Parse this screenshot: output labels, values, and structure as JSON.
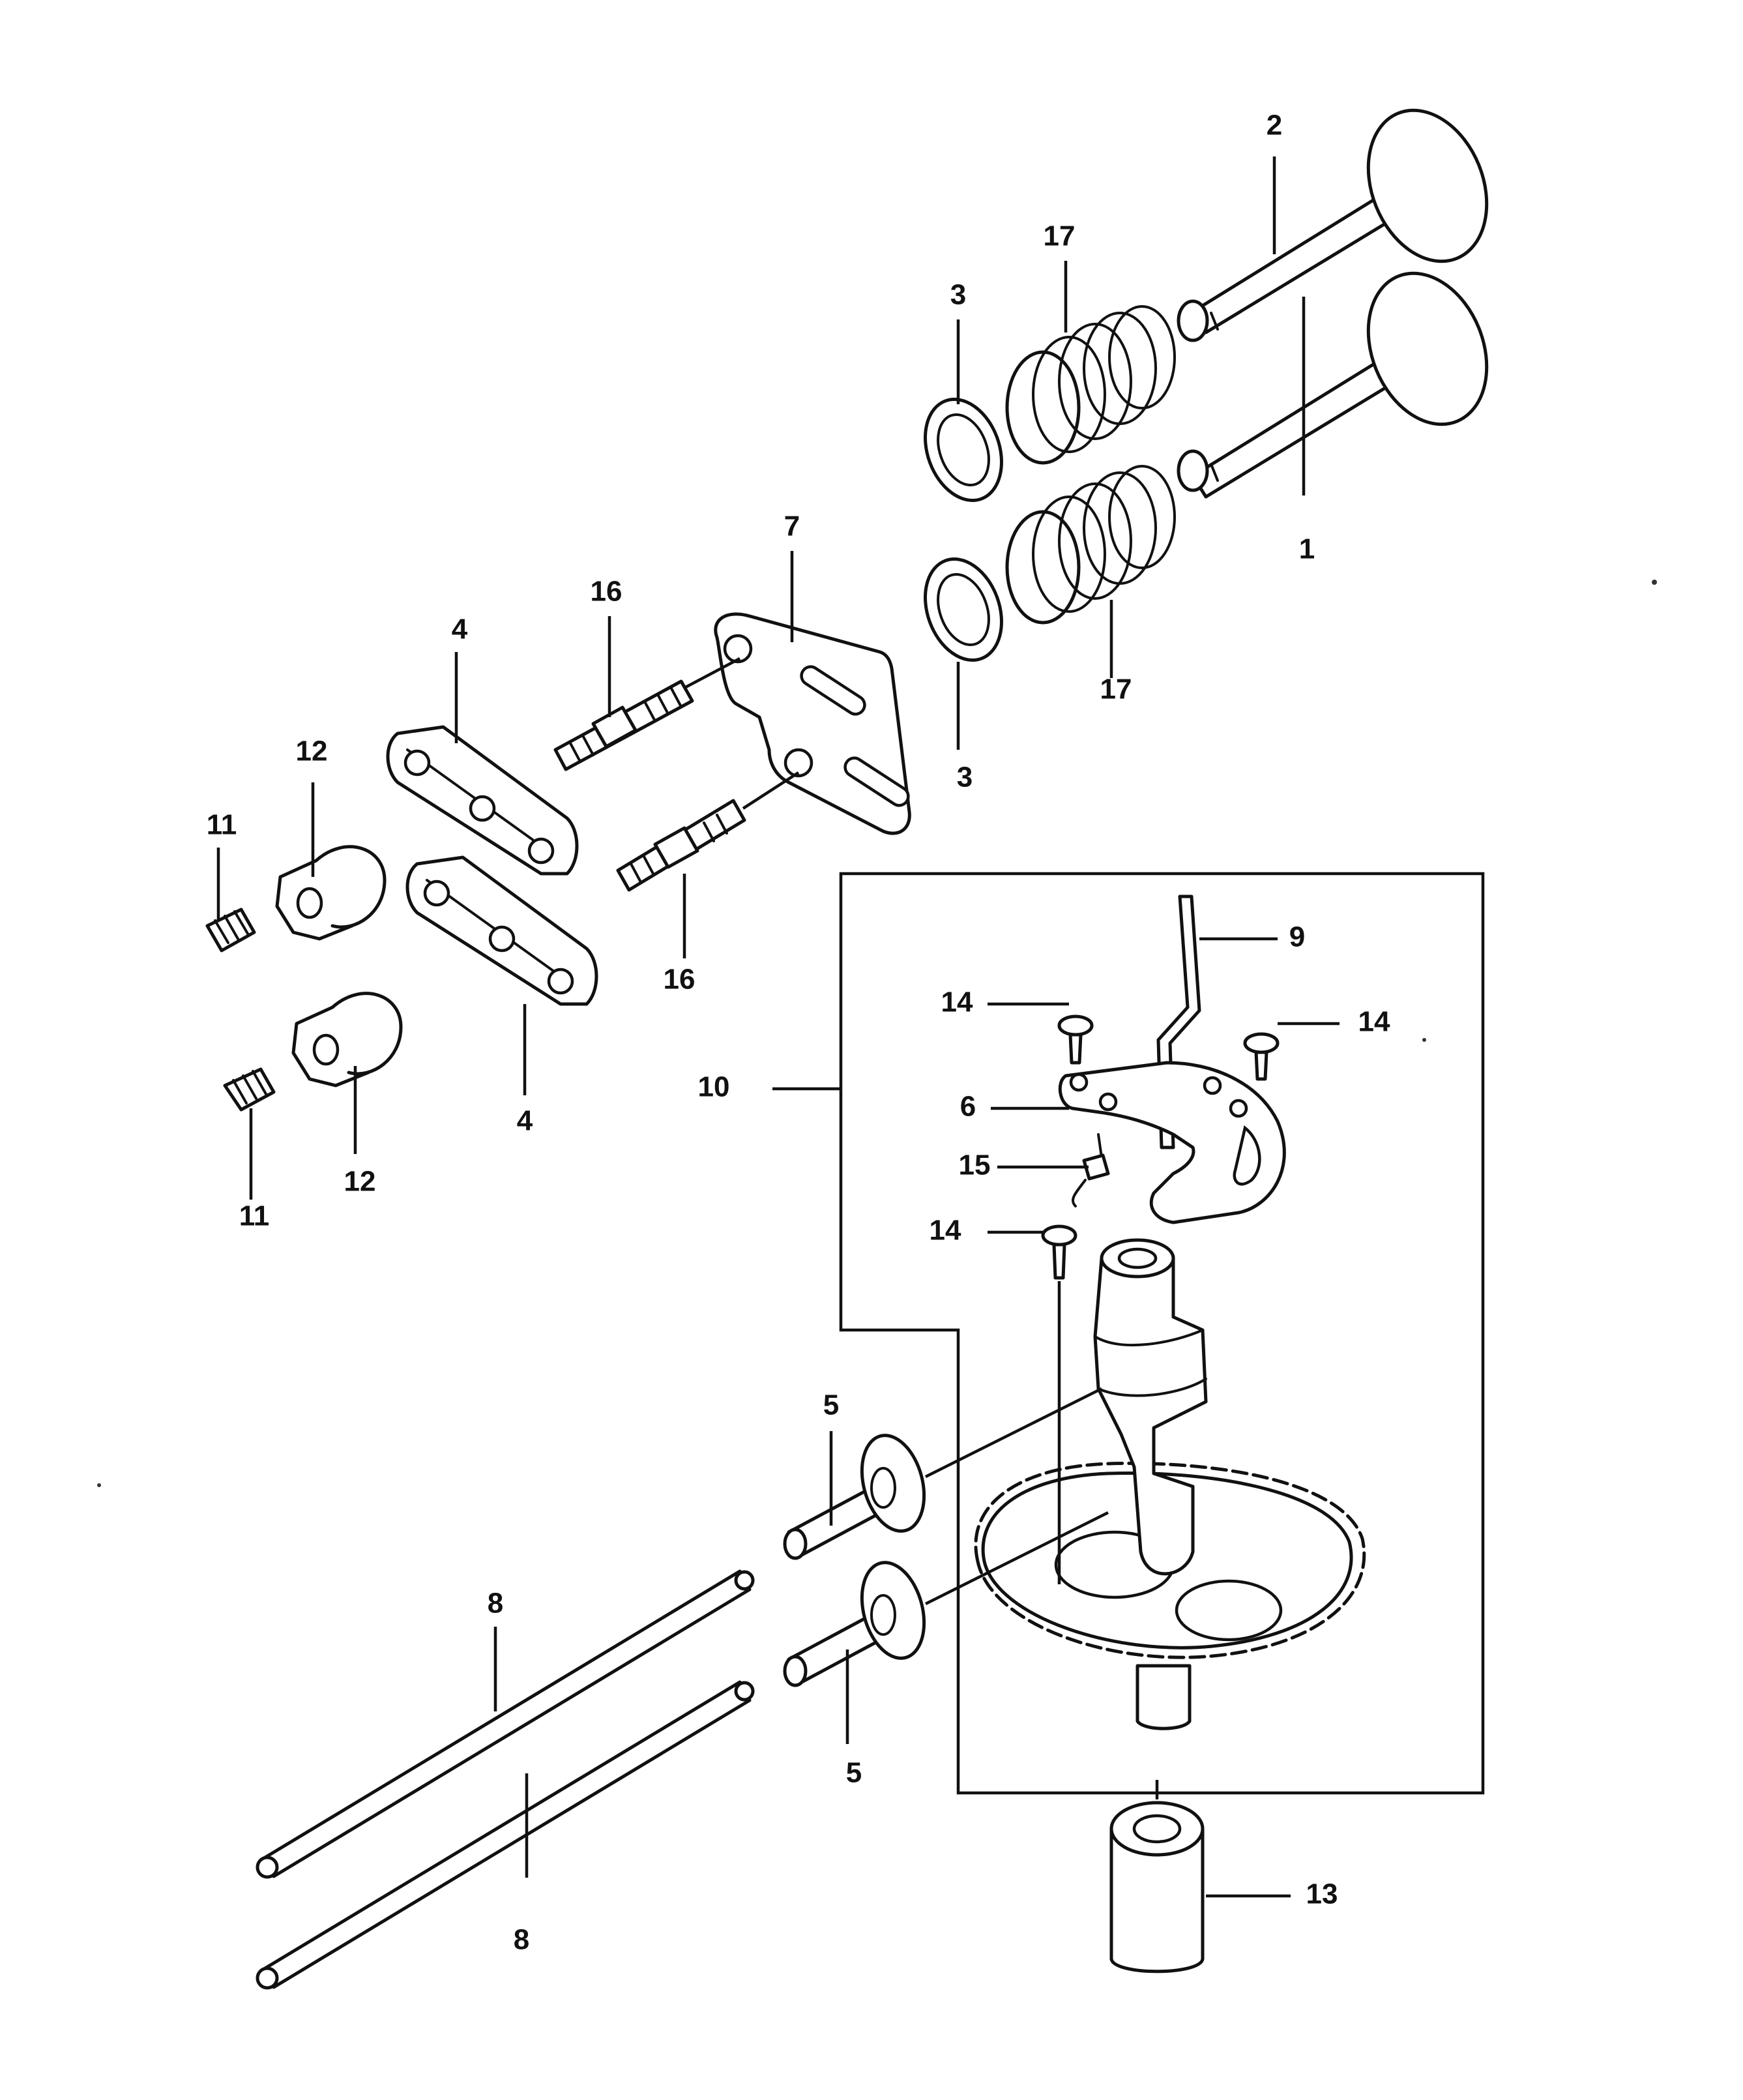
{
  "callouts": {
    "c1": "1",
    "c2": "2",
    "c3a": "3",
    "c3b": "3",
    "c4a": "4",
    "c4b": "4",
    "c5a": "5",
    "c5b": "5",
    "c6": "6",
    "c7": "7",
    "c8a": "8",
    "c8b": "8",
    "c9": "9",
    "c10": "10",
    "c11a": "11",
    "c11b": "11",
    "c12a": "12",
    "c12b": "12",
    "c13": "13",
    "c14a": "14",
    "c14b": "14",
    "c14c": "14",
    "c15": "15",
    "c16a": "16",
    "c16b": "16",
    "c17a": "17",
    "c17b": "17"
  },
  "colors": {
    "ink": "#111111",
    "paper": "#ffffff"
  }
}
